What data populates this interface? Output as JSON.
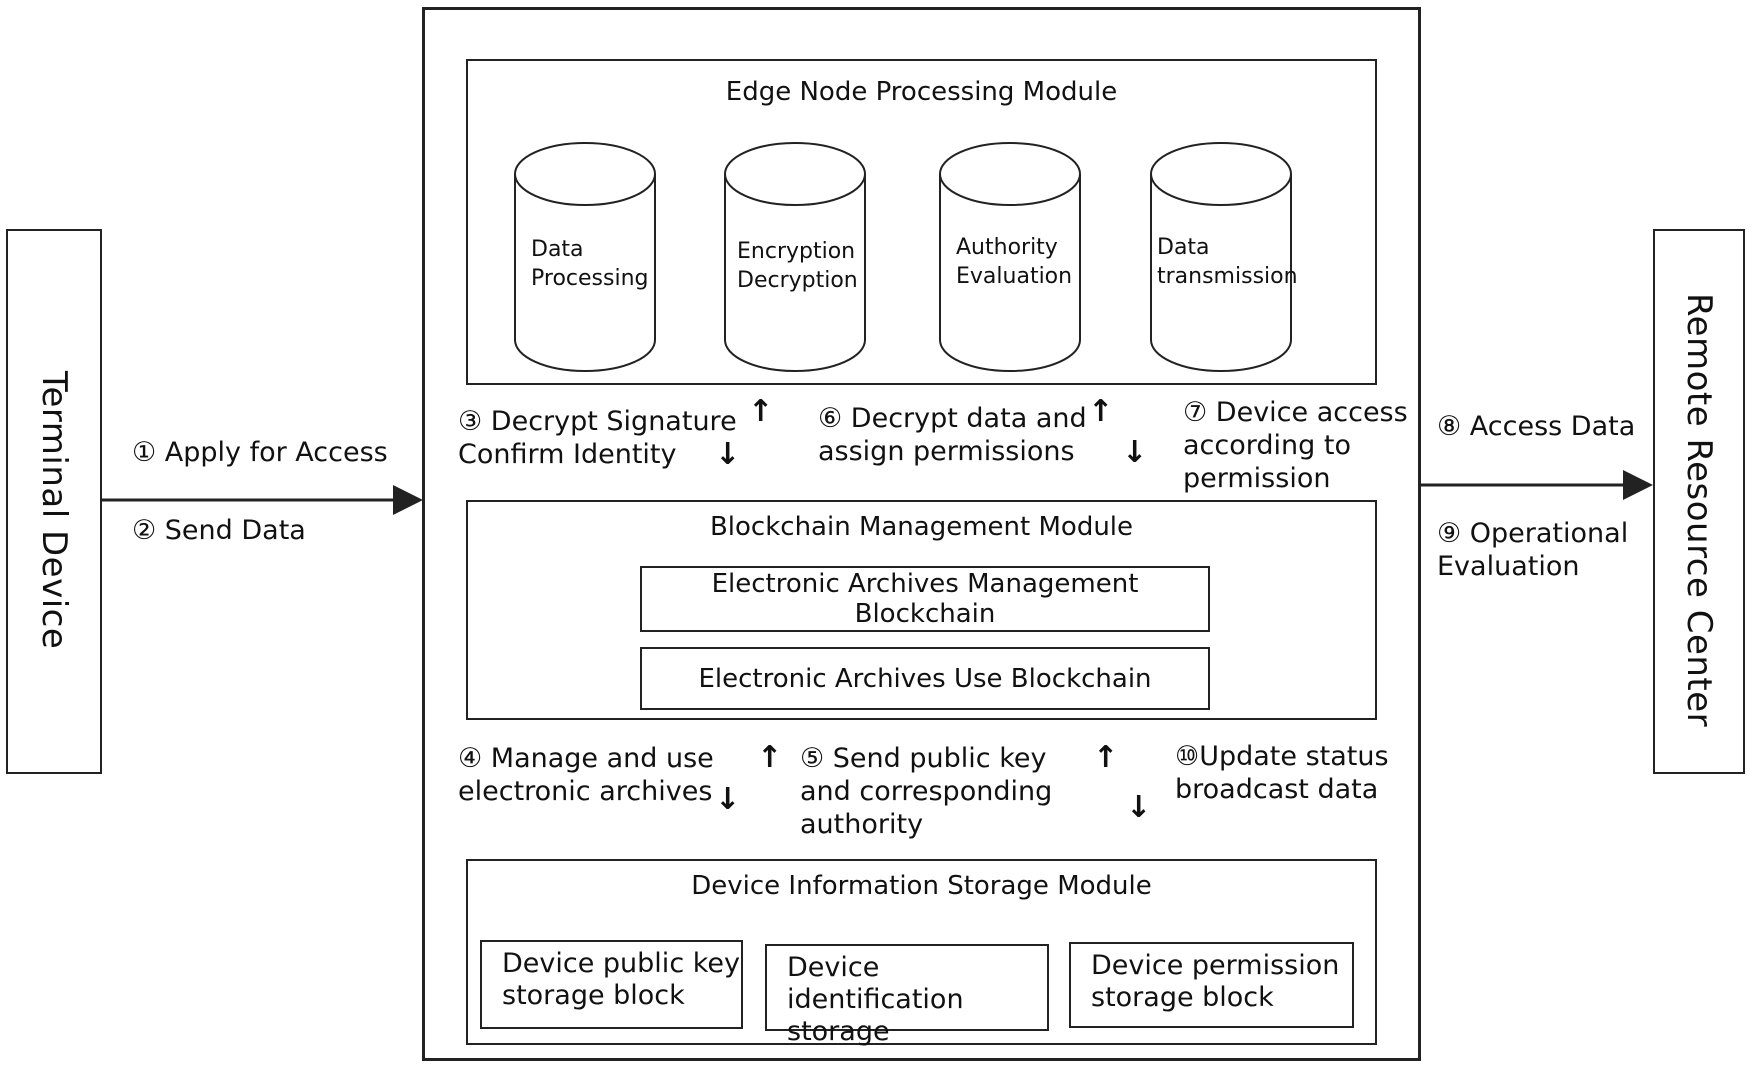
{
  "terminal": {
    "label": "Terminal Device"
  },
  "remote": {
    "label": "Remote Resource Center"
  },
  "left_steps": [
    {
      "text": "① Apply for Access"
    },
    {
      "text": "② Send Data"
    }
  ],
  "right_steps": [
    {
      "text": "⑧ Access Data"
    },
    {
      "text": "⑨ Operational\nEvaluation"
    }
  ],
  "edge_module": {
    "title": "Edge Node Processing Module",
    "cylinders": [
      {
        "label": "Data\nProcessing"
      },
      {
        "label": "Encryption\nDecryption"
      },
      {
        "label": "Authority\nEvaluation"
      },
      {
        "label": "Data\ntransmission"
      }
    ]
  },
  "mid_steps_top": [
    {
      "text": "③ Decrypt Signature\nConfirm Identity"
    },
    {
      "text": "⑥ Decrypt data and\nassign permissions"
    },
    {
      "text": "⑦ Device access\naccording to\npermission"
    }
  ],
  "blockchain_module": {
    "title": "Blockchain Management Module",
    "chains": [
      {
        "label": "Electronic Archives Management Blockchain"
      },
      {
        "label": "Electronic Archives Use Blockchain"
      }
    ]
  },
  "mid_steps_bottom": [
    {
      "text": "④ Manage and use\nelectronic archives"
    },
    {
      "text": "⑤ Send public key\nand corresponding\nauthority"
    },
    {
      "text": "⑩Update status\nbroadcast data"
    }
  ],
  "storage_module": {
    "title": "Device Information Storage Module",
    "blocks": [
      {
        "label": "Device public key\nstorage block"
      },
      {
        "label": "Device identification\nstorage"
      },
      {
        "label": "Device permission\nstorage block"
      }
    ]
  },
  "arrow_glyphs": {
    "up": "↑",
    "down": "↓"
  }
}
